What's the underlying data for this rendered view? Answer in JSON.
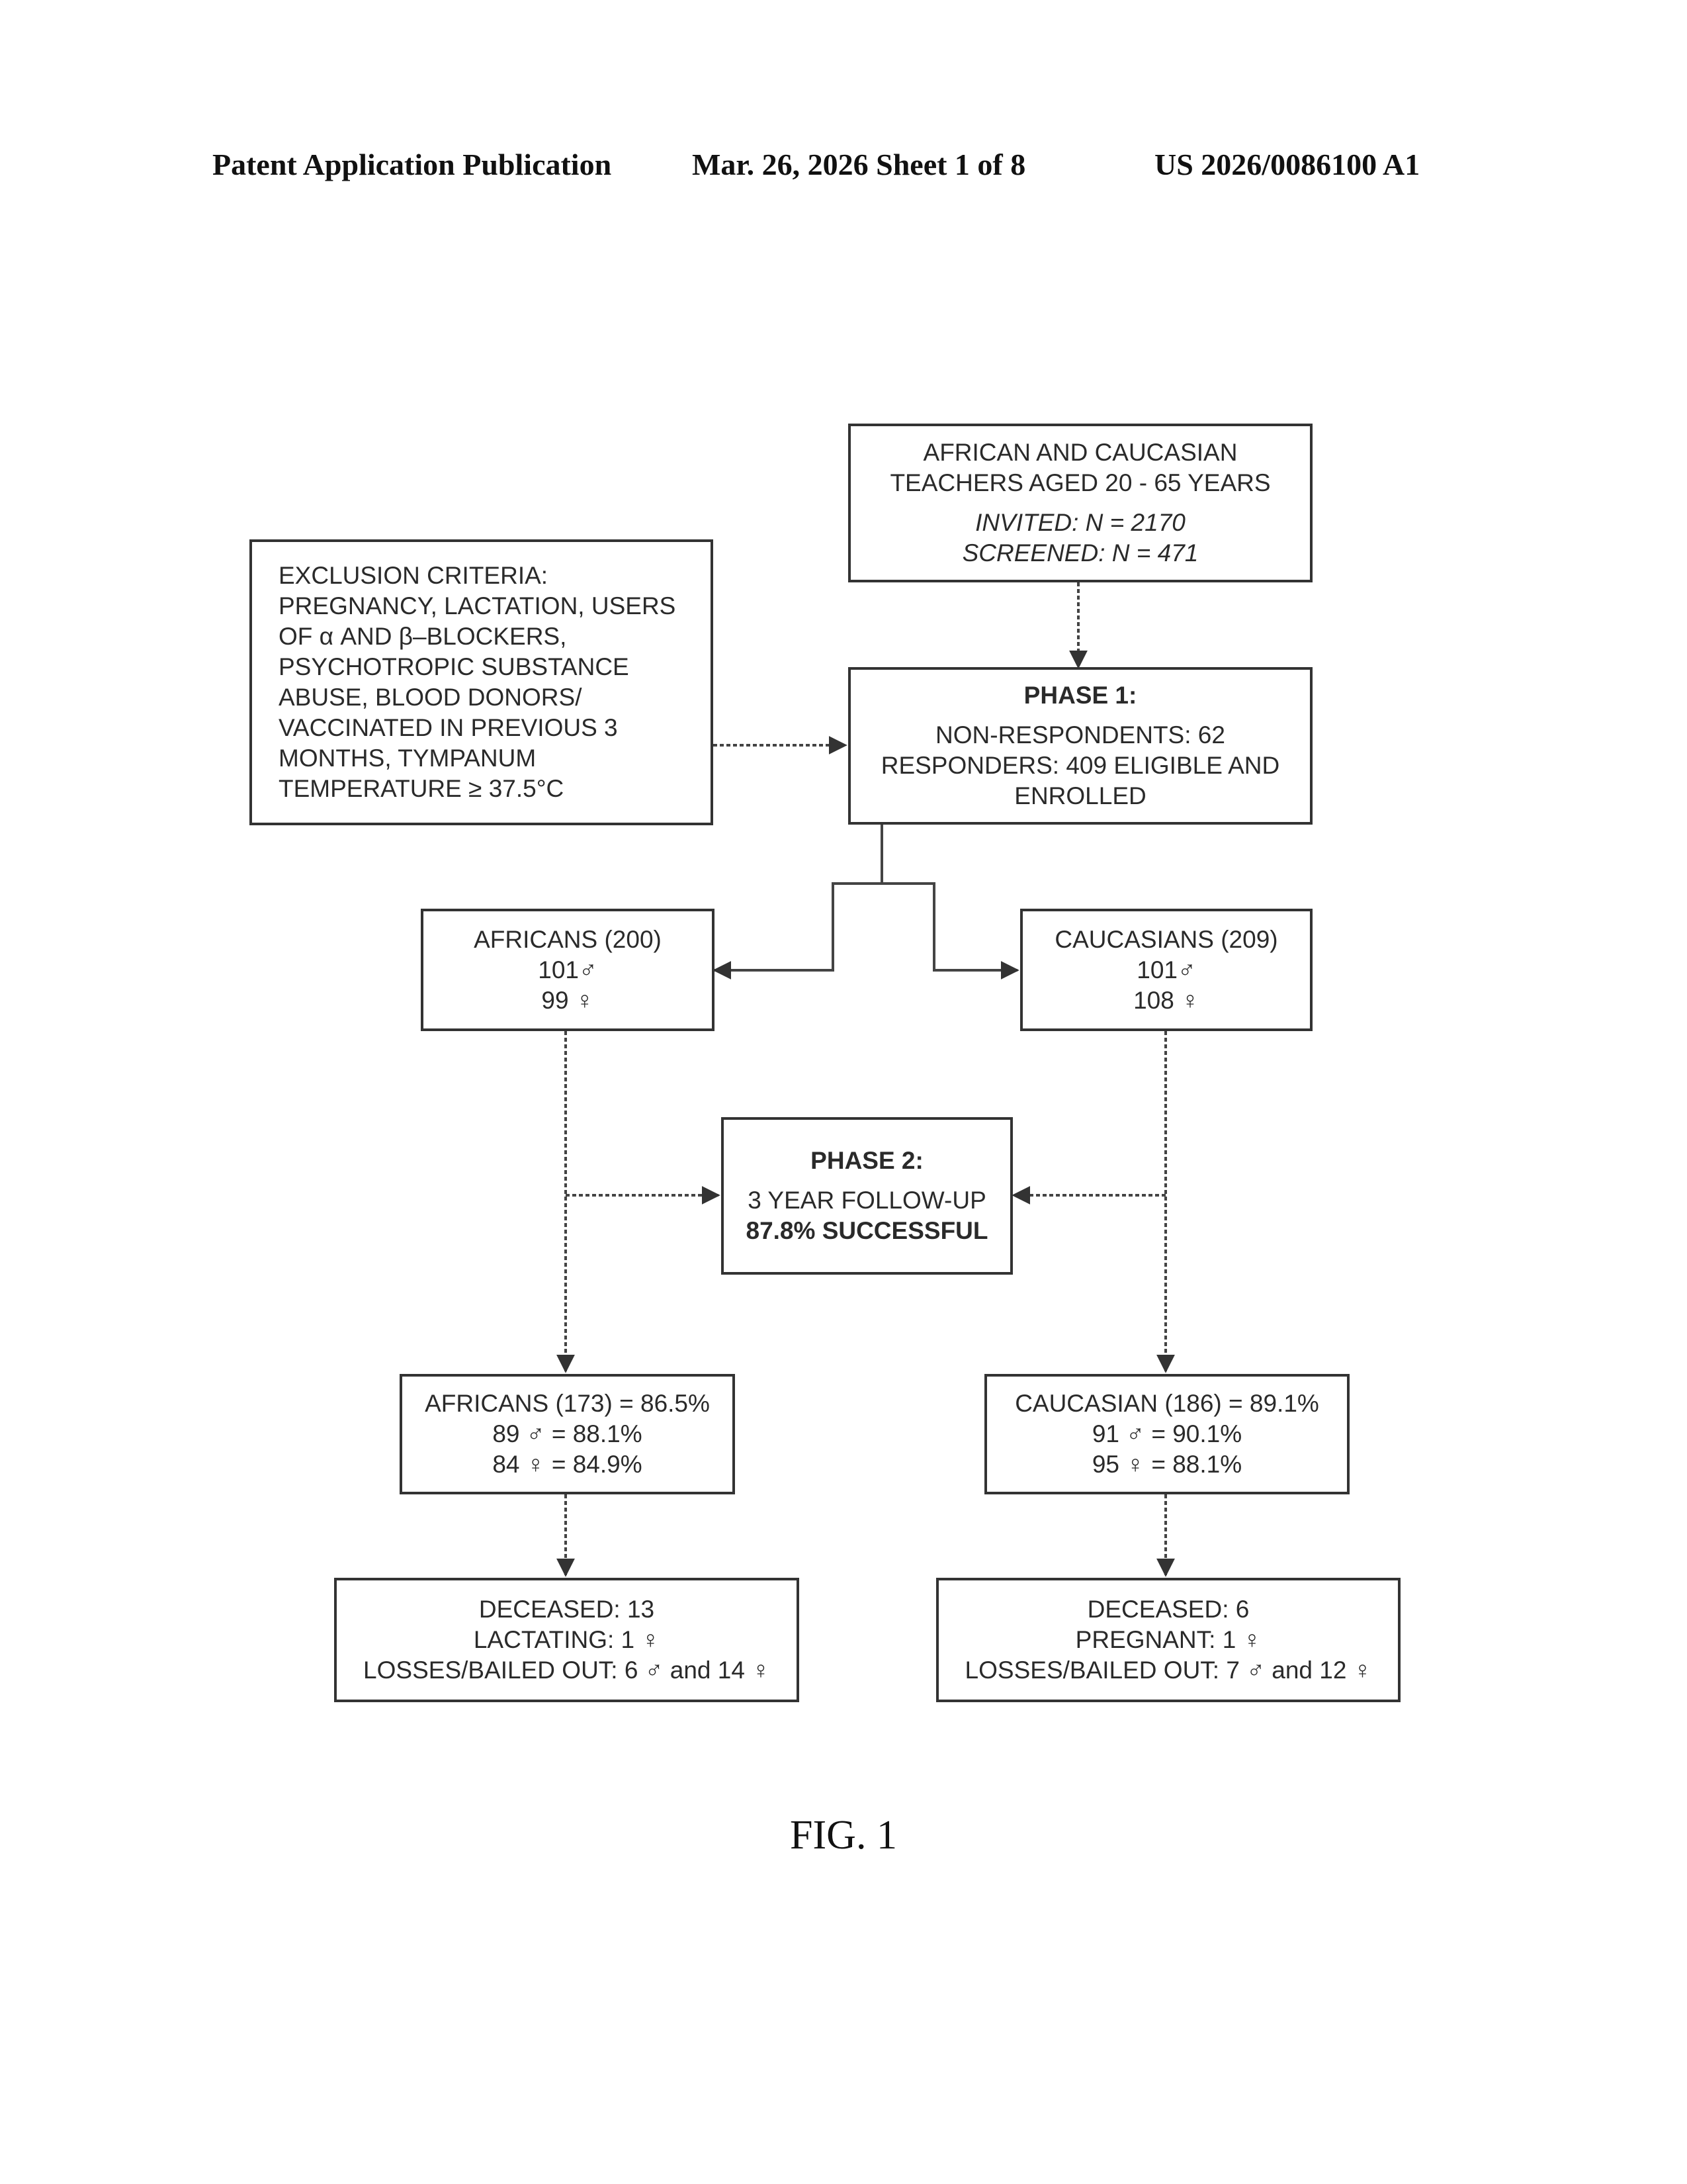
{
  "header": {
    "publication": "Patent Application Publication",
    "date_sheet": "Mar. 26, 2026  Sheet 1 of 8",
    "patent_number": "US 2026/0086100 A1"
  },
  "flowchart": {
    "population": {
      "line1": "AFRICAN AND CAUCASIAN",
      "line2": "TEACHERS AGED 20 - 65 YEARS",
      "invited": "INVITED: N = 2170",
      "screened": "SCREENED: N = 471"
    },
    "exclusion": {
      "lines": [
        "EXCLUSION CRITERIA:",
        "PREGNANCY, LACTATION, USERS",
        "OF α AND β–BLOCKERS,",
        "PSYCHOTROPIC SUBSTANCE",
        "ABUSE, BLOOD DONORS/",
        "VACCINATED IN PREVIOUS 3",
        "MONTHS, TYMPANUM",
        "TEMPERATURE ≥ 37.5°C"
      ]
    },
    "phase1": {
      "title": "PHASE 1:",
      "non_respondents": "NON-RESPONDENTS: 62",
      "responders_1": "RESPONDERS: 409 ELIGIBLE AND",
      "responders_2": "ENROLLED"
    },
    "africans_baseline": {
      "title": "AFRICANS (200)",
      "male": "101♂",
      "female": "99 ♀"
    },
    "caucasians_baseline": {
      "title": "CAUCASIANS (209)",
      "male": "101♂",
      "female": "108 ♀"
    },
    "phase2": {
      "title": "PHASE 2:",
      "followup": "3 YEAR FOLLOW-UP",
      "success": "87.8% SUCCESSFUL"
    },
    "africans_followup": {
      "title": "AFRICANS (173) = 86.5%",
      "male": "89 ♂  = 88.1%",
      "female": "84 ♀  = 84.9%"
    },
    "caucasian_followup": {
      "title": "CAUCASIAN (186) = 89.1%",
      "male": "91 ♂  = 90.1%",
      "female": "95 ♀  = 88.1%"
    },
    "africans_losses": {
      "deceased": "DECEASED: 13",
      "status": "LACTATING: 1 ♀",
      "losses": "LOSSES/BAILED OUT: 6 ♂ and 14 ♀"
    },
    "caucasian_losses": {
      "deceased": "DECEASED: 6",
      "status": "PREGNANT: 1 ♀",
      "losses": "LOSSES/BAILED OUT: 7 ♂ and 12 ♀"
    }
  },
  "figure_label": "FIG. 1"
}
